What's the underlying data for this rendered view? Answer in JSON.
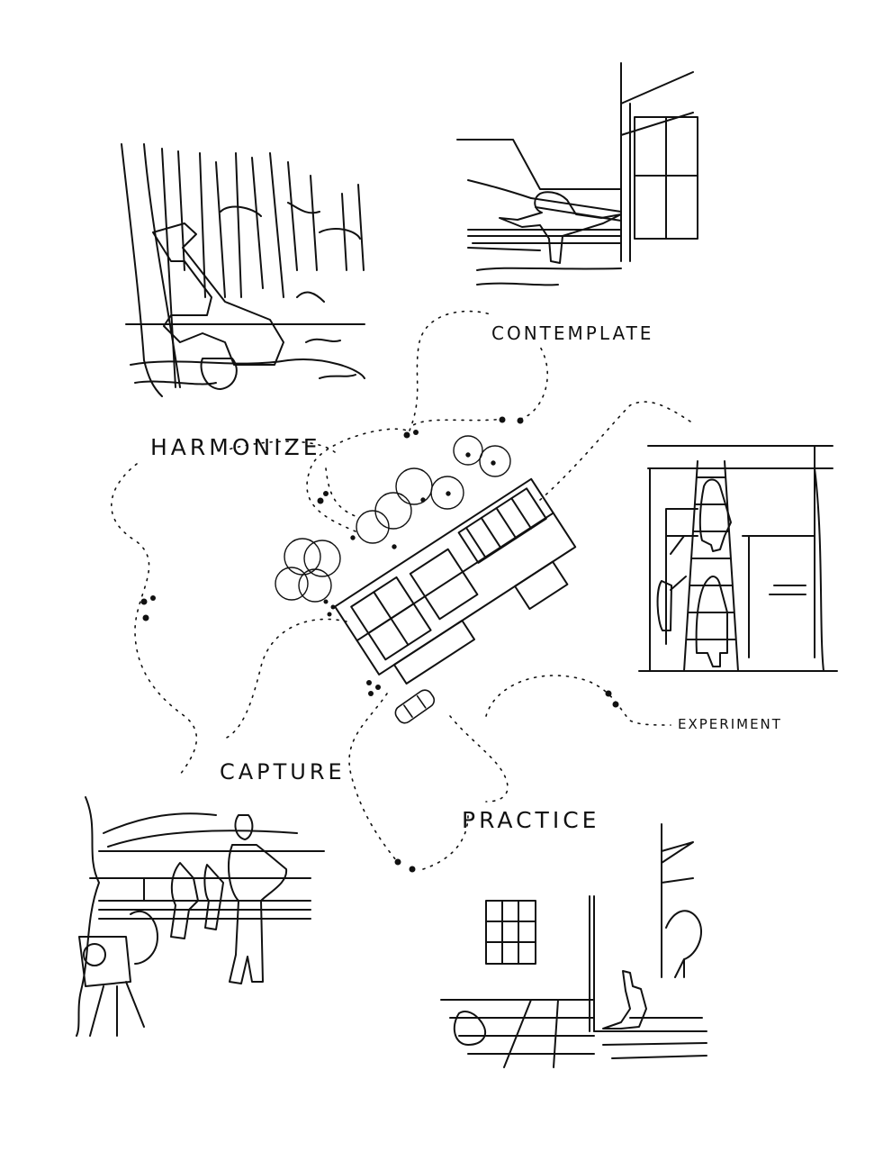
{
  "labels": {
    "contemplate": "CONTEMPLATE",
    "harmonize": "HARMONIZE",
    "experiment": "EXPERIMENT",
    "capture": "CAPTURE",
    "practice": "PRACTICE"
  },
  "colors": {
    "ink": "#111111",
    "paper": "#ffffff"
  },
  "scenes": [
    "tree-climbing-sketch",
    "courtyard-arabesque-sketch",
    "ladder-climbing-sketch",
    "film-crew-sketch",
    "wall-handstand-sketch",
    "site-plan-sketch"
  ]
}
